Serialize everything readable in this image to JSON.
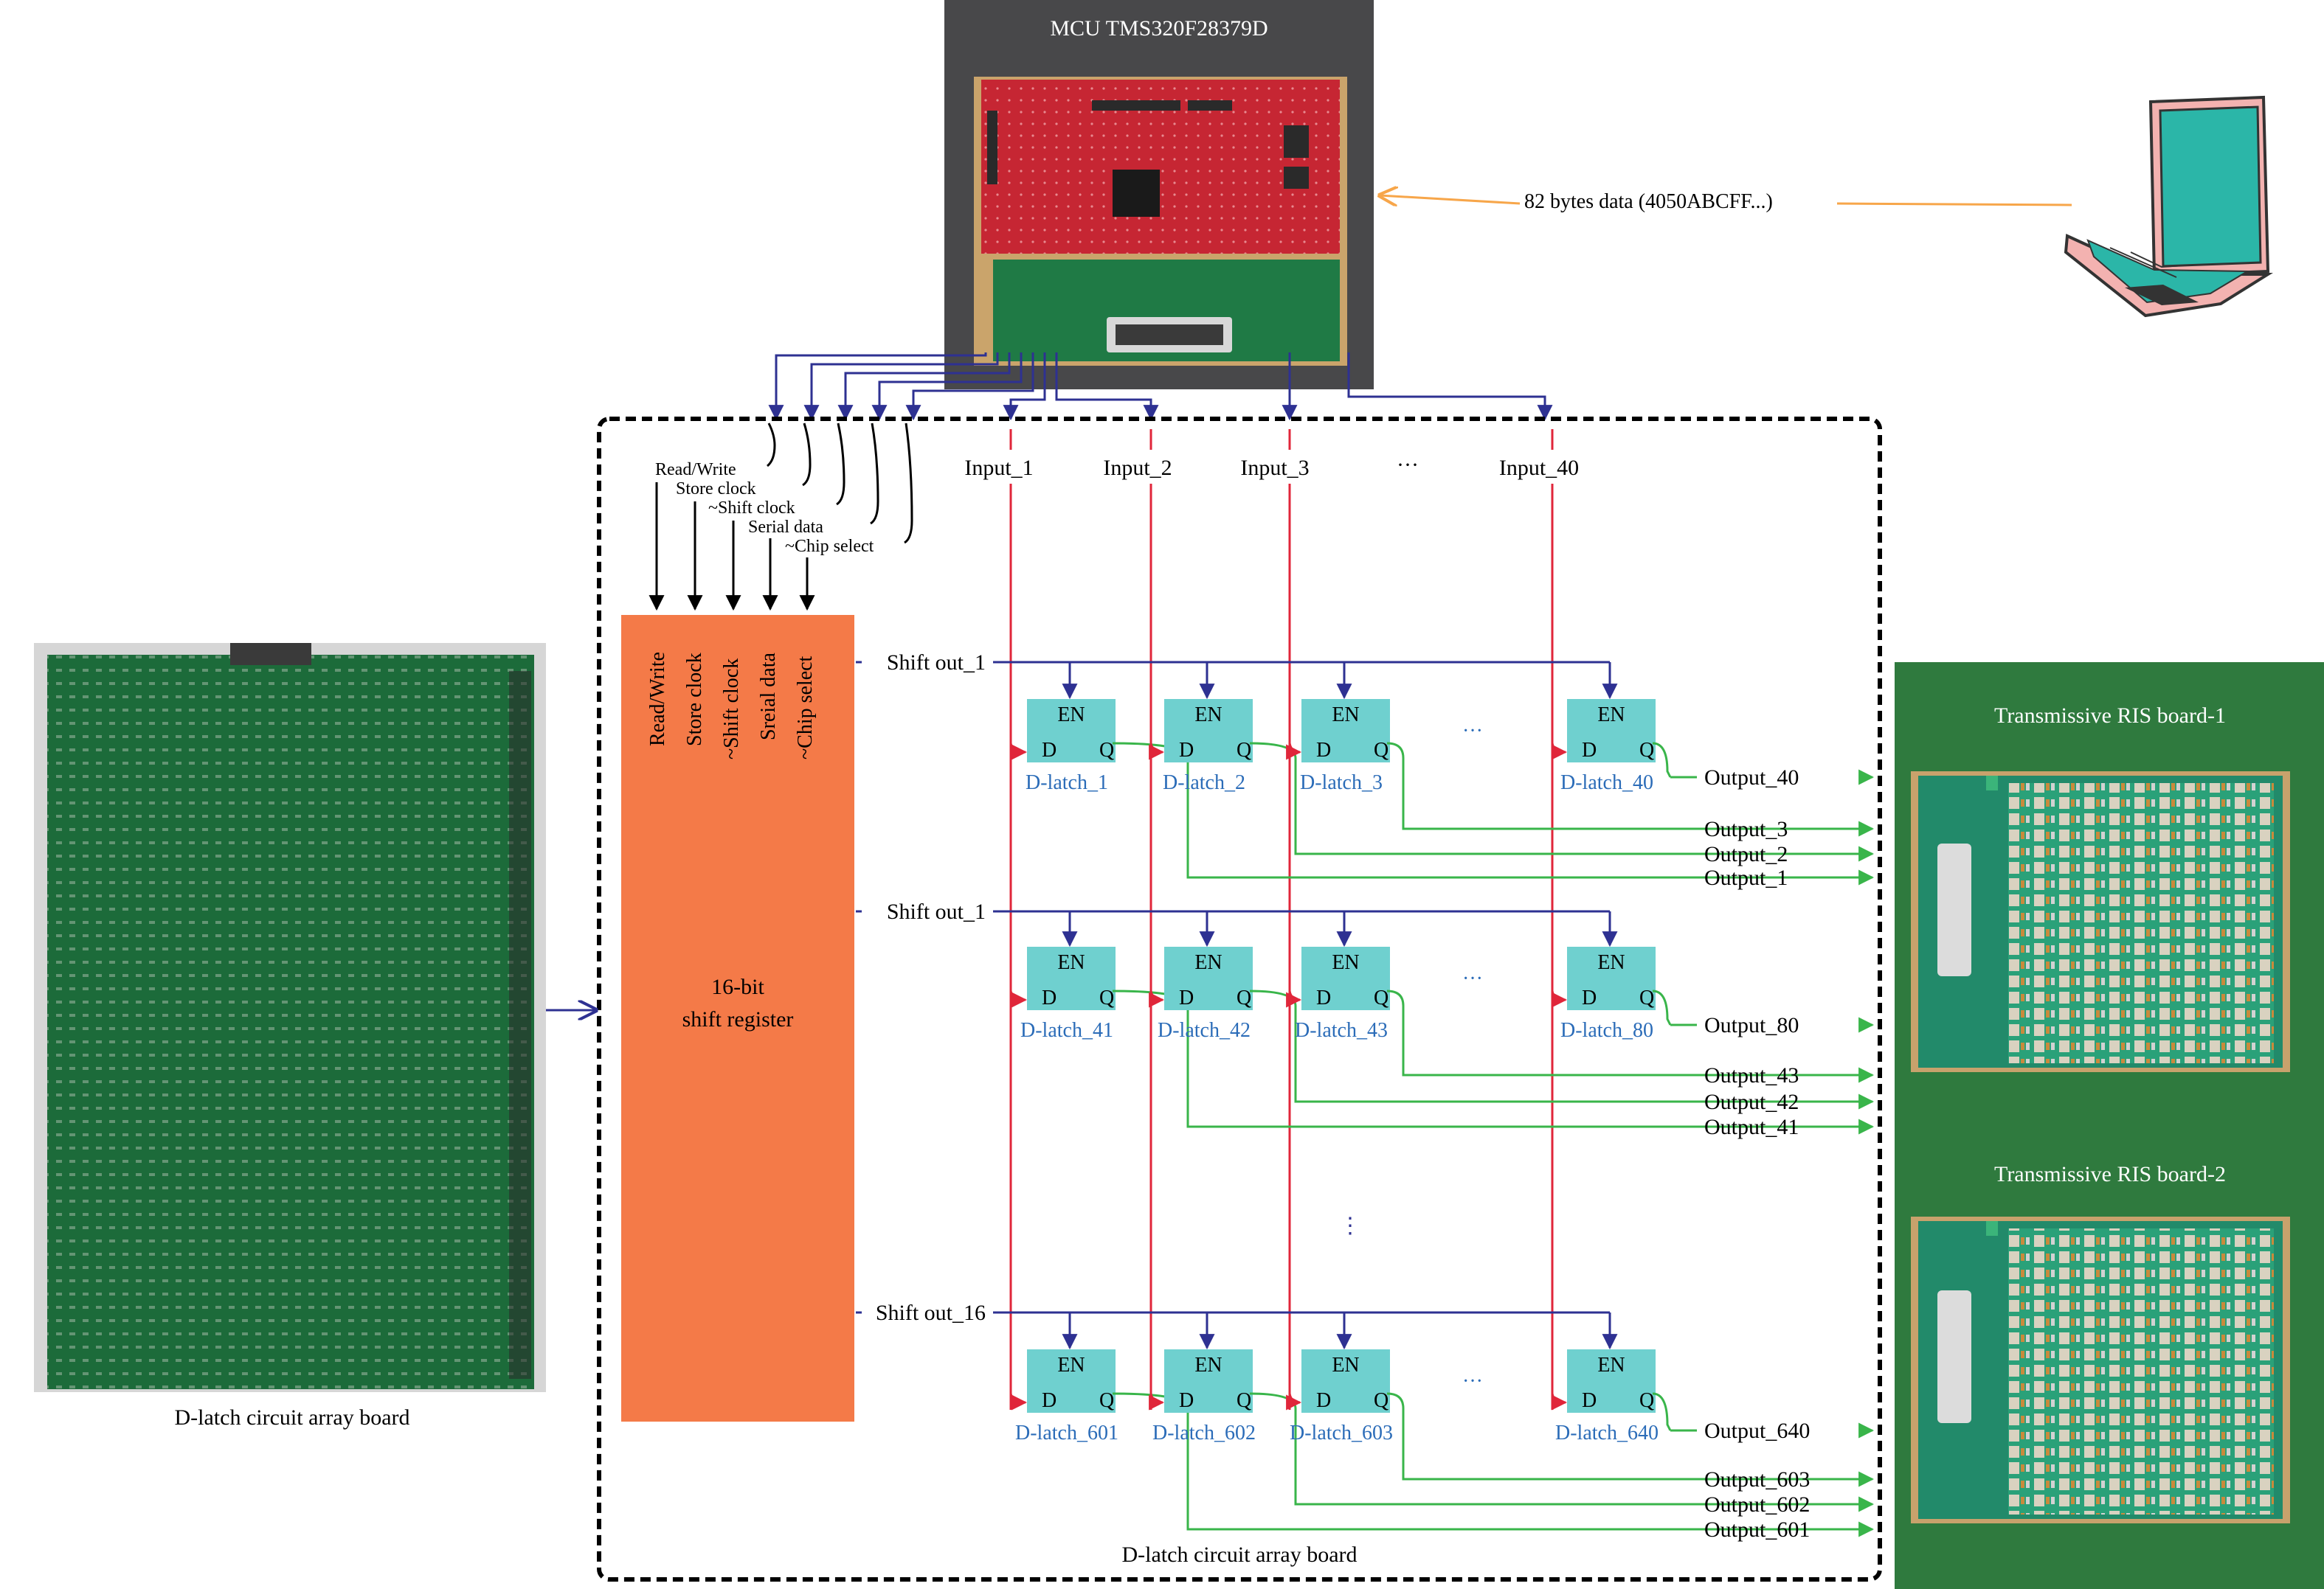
{
  "mcu": {
    "title": "MCU TMS320F28379D"
  },
  "pc_link": {
    "label": "82 bytes data (4050ABCFF...)"
  },
  "control_signals": [
    "Read/Write",
    "Store clock",
    "~Shift clock",
    "Serial data",
    "~Chip select"
  ],
  "register_pins": [
    "Read/Write",
    "Store clock",
    "~Shift clock",
    "Sreial data",
    "~Chip select"
  ],
  "register": {
    "line1": "16-bit",
    "line2": "shift register"
  },
  "inputs": [
    "Input_1",
    "Input_2",
    "Input_3",
    "···",
    "Input_40"
  ],
  "rows": [
    {
      "shift_label": "Shift out_1",
      "latches": [
        "D-latch_1",
        "D-latch_2",
        "D-latch_3",
        "D-latch_40"
      ],
      "outputs": [
        "Output_40",
        "Output_3",
        "Output_2",
        "Output_1"
      ]
    },
    {
      "shift_label": "Shift out_1",
      "latches": [
        "D-latch_41",
        "D-latch_42",
        "D-latch_43",
        "D-latch_80"
      ],
      "outputs": [
        "Output_80",
        "Output_43",
        "Output_42",
        "Output_41"
      ]
    },
    {
      "shift_label": "Shift out_16",
      "latches": [
        "D-latch_601",
        "D-latch_602",
        "D-latch_603",
        "D-latch_640"
      ],
      "outputs": [
        "Output_640",
        "Output_603",
        "Output_602",
        "Output_601"
      ]
    }
  ],
  "latch_pins": {
    "en": "EN",
    "d": "D",
    "q": "Q"
  },
  "ellipsis_h": "···",
  "ellipsis_v": "⋮",
  "array_board": {
    "caption": "D-latch circuit array board"
  },
  "photo_board": {
    "caption": "D-latch circuit array board"
  },
  "ris_boards": [
    "Transmissive RIS board-1",
    "Transmissive RIS board-2"
  ],
  "colors": {
    "red_line": "#e0263a",
    "blue_line": "#2e3192",
    "green_line": "#39b54a",
    "orange_line": "#f7a64a",
    "register": "#f47a48",
    "latch": "#6fd0cf",
    "latch_label": "#2b6cb8",
    "mcu_panel": "#48484a",
    "ris_panel": "#2f7a3e",
    "pcb_green": "#1c6b3a",
    "pcb_red": "#c62633"
  }
}
